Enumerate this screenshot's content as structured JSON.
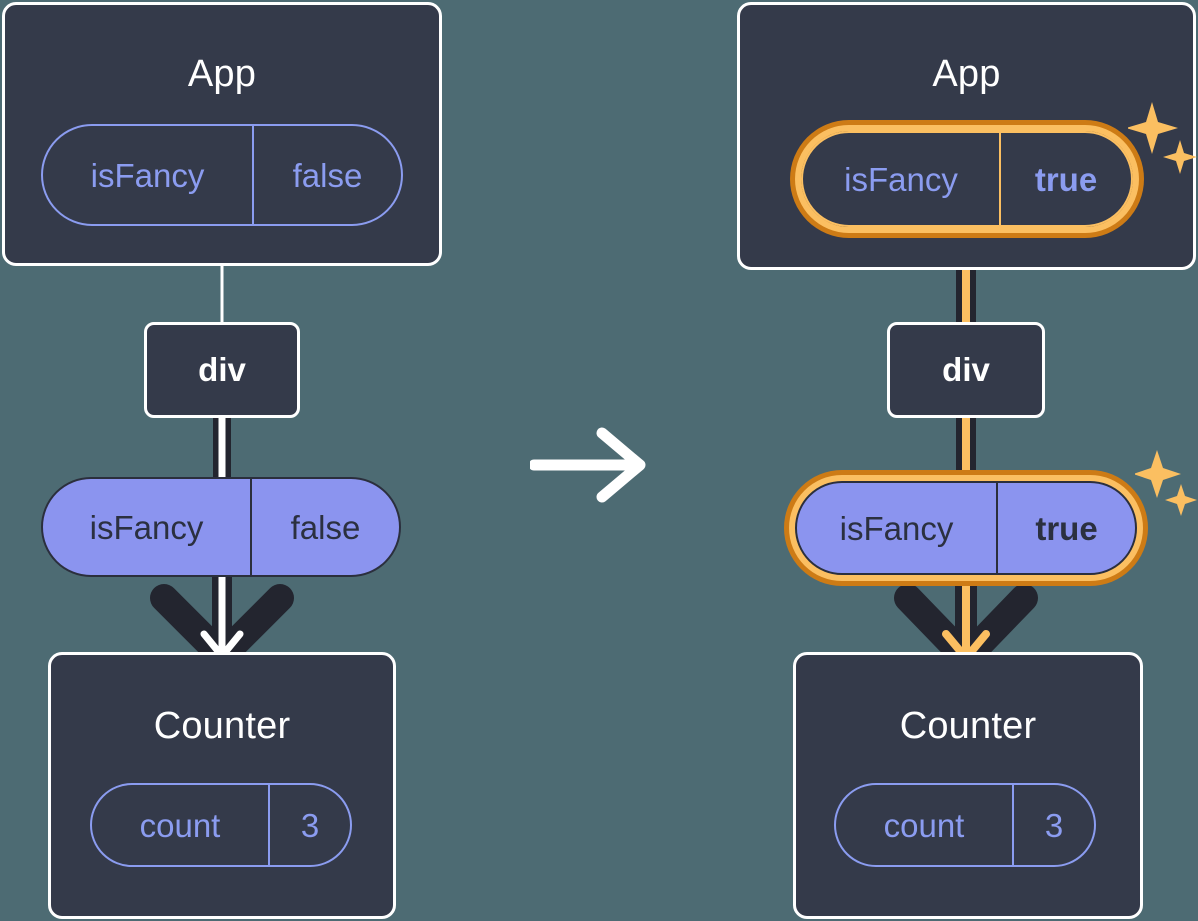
{
  "diagram": {
    "title_semantic": "react-state-update-propagation",
    "background_color": "#4d6b73",
    "panel_bg": "#343a4a",
    "accent_highlight": "#fbbf61",
    "accent_highlight_dark": "#cd7b15",
    "periwinkle": "#8b9cf0",
    "pill_fill": "#8b94ef",
    "transition_arrow": "arrow-right-icon"
  },
  "left": {
    "app": {
      "title": "App",
      "pill": {
        "key": "isFancy",
        "value": "false",
        "style": "outline",
        "highlighted": false
      }
    },
    "div": {
      "label": "div"
    },
    "prop_pill": {
      "key": "isFancy",
      "value": "false",
      "style": "filled",
      "highlighted": false
    },
    "counter": {
      "title": "Counter",
      "pill": {
        "key": "count",
        "value": "3",
        "style": "outline",
        "highlighted": false
      }
    },
    "edges": {
      "app_to_div": "plain",
      "div_to_pill": "plain",
      "pill_to_counter": "arrow"
    }
  },
  "right": {
    "app": {
      "title": "App",
      "pill": {
        "key": "isFancy",
        "value": "true",
        "style": "outline",
        "highlighted": true
      }
    },
    "div": {
      "label": "div"
    },
    "prop_pill": {
      "key": "isFancy",
      "value": "true",
      "style": "filled",
      "highlighted": true
    },
    "counter": {
      "title": "Counter",
      "pill": {
        "key": "count",
        "value": "3",
        "style": "outline",
        "highlighted": false
      }
    },
    "edges": {
      "app_to_div": "highlighted",
      "div_to_pill": "highlighted",
      "pill_to_counter": "arrow-highlighted"
    },
    "sparkles": {
      "icon": "sparkles-icon",
      "count": 2
    }
  }
}
